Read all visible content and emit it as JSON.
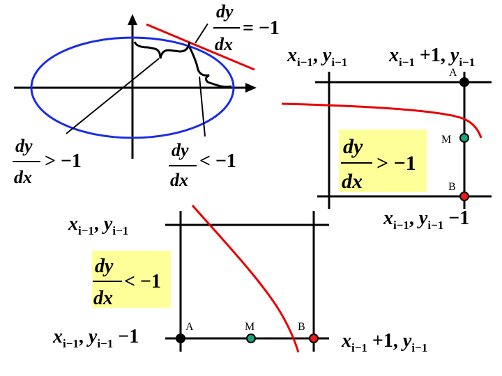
{
  "colors": {
    "ellipse": "#1a2be8",
    "curve": "#e80000",
    "grid": "#000000",
    "highlight": "#ffff99",
    "point_black": "#000000",
    "point_green": "#1aa37a",
    "point_red": "#e81a1a"
  },
  "diagram1": {
    "slope_eq": {
      "num": "dy",
      "den": "dx",
      "rel": "= −1"
    },
    "slope_gt": {
      "num": "dy",
      "den": "dx",
      "rel": "> −1"
    },
    "slope_lt": {
      "num": "dy",
      "den": "dx",
      "rel": "< −1"
    }
  },
  "diagram2": {
    "label_top_left": {
      "x": "x",
      "x_sub": "i−1",
      "sep": ", ",
      "y": "y",
      "y_sub": "i−1",
      "suffix": ""
    },
    "label_top_right": {
      "x": "x",
      "x_sub": "i−1",
      "mid": " +1, ",
      "y": "y",
      "y_sub": "i−1"
    },
    "label_bottom": {
      "x": "x",
      "x_sub": "i−1",
      "sep": ", ",
      "y": "y",
      "y_sub": "i−1",
      "suffix": " −1"
    },
    "point_a": "A",
    "point_m": "M",
    "point_b": "B",
    "slope": {
      "num": "dy",
      "den": "dx",
      "rel": "> −1"
    }
  },
  "diagram3": {
    "label_top": {
      "x": "x",
      "x_sub": "i−1",
      "sep": ", ",
      "y": "y",
      "y_sub": "i−1"
    },
    "label_bottom_left": {
      "x": "x",
      "x_sub": "i−1",
      "sep": ", ",
      "y": "y",
      "y_sub": "i−1",
      "suffix": " −1"
    },
    "label_bottom_right": {
      "x": "x",
      "x_sub": "i−1",
      "mid": " +1, ",
      "y": "y",
      "y_sub": "i−1"
    },
    "point_a": "A",
    "point_m": "M",
    "point_b": "B",
    "slope": {
      "num": "dy",
      "den": "dx",
      "rel": "< −1"
    }
  }
}
